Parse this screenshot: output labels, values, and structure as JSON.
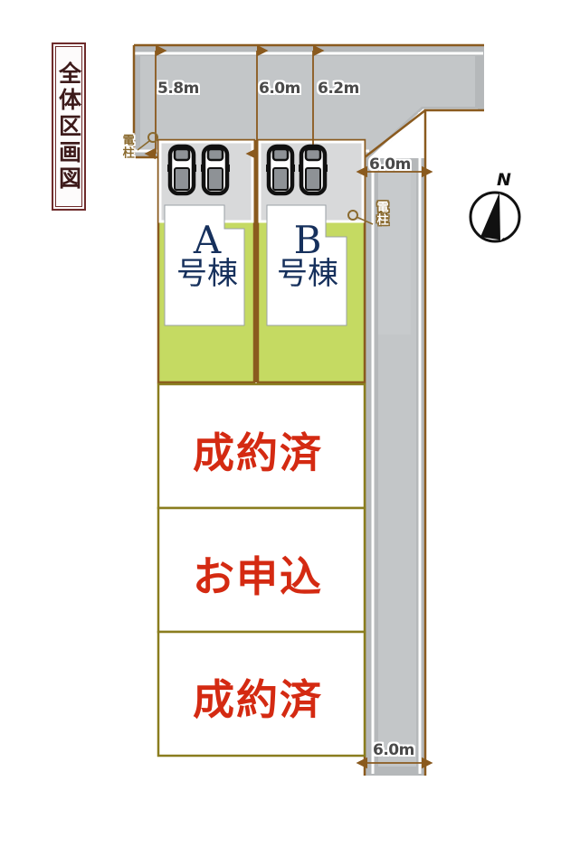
{
  "title_block": {
    "text": "全体区画図",
    "name": "overall-plot-plan-title"
  },
  "dimensions": {
    "frontage_lot_a": "5.8m",
    "frontage_lot_b": "6.0m",
    "frontage_corner": "6.2m",
    "north_road_width": "6.0m",
    "east_road_width": "6.0m"
  },
  "annotations": {
    "utility_pole_1": "電柱",
    "utility_pole_2": "電柱"
  },
  "buildings": [
    {
      "letter": "A",
      "suffix": "号棟",
      "name": "building-a"
    },
    {
      "letter": "B",
      "suffix": "号棟",
      "name": "building-b"
    }
  ],
  "lots": [
    {
      "status": "成約済",
      "name": "lot-3-sold"
    },
    {
      "status": "お申込",
      "name": "lot-4-application"
    },
    {
      "status": "成約済",
      "name": "lot-5-sold"
    }
  ],
  "compass": {
    "north_label": "N"
  },
  "colors": {
    "lot_green": "#c5da62",
    "road_gray": "#b5b8ba",
    "road_gray_light": "#c3c6c8",
    "boundary_brown": "#8a5a1e",
    "lot_divider_olive": "#8a7d1e",
    "status_red": "#d42a12",
    "building_navy": "#16305c",
    "title_maroon": "#6e2b2b",
    "dim_text": "#4a4a4a",
    "parking_fill": "#d8d9da"
  }
}
